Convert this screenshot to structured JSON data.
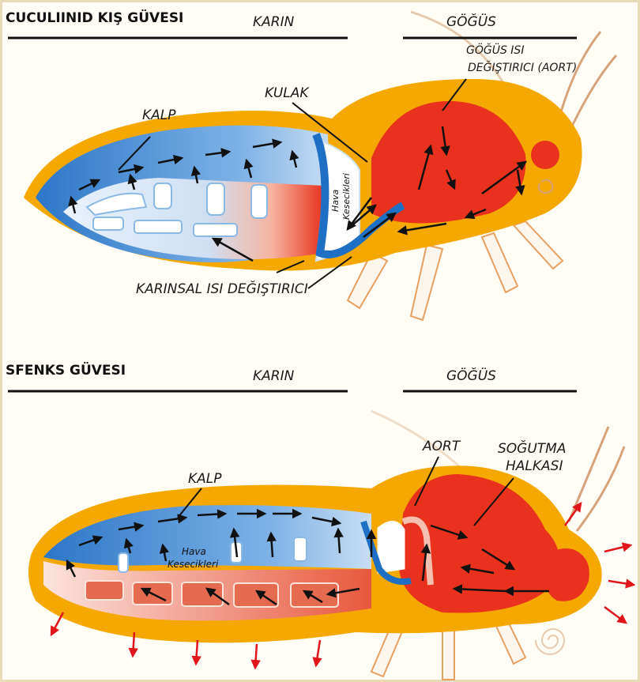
{
  "top": {
    "title": "CUCULIINID KIŞ GÜVESI",
    "karin": "KARIN",
    "gogus": "GÖĞÜS",
    "aort_line1": "GÖĞÜS ISI",
    "aort_line2": "DEĞIŞTIRICI (AORT)",
    "kulak": "KULAK",
    "kalp": "KALP",
    "hava": "Hava",
    "kesecikleri": "Kesecikleri",
    "karinsal": "KARINSAL ISI DEĞIŞTIRICI"
  },
  "bottom": {
    "title": "SFENKS GÜVESI",
    "karin": "KARIN",
    "gogus": "GÖĞÜS",
    "aort": "AORT",
    "sogutma_line1": "SOĞUTMA",
    "sogutma_line2": "HALKASI",
    "kalp": "KALP",
    "hava": "Hava",
    "kesecikleri": "Kesecikleri"
  },
  "colors": {
    "fur": "#f5a800",
    "blue": "#1f6fc4",
    "red": "#e8321e",
    "heat_arrow": "#e0161b"
  }
}
